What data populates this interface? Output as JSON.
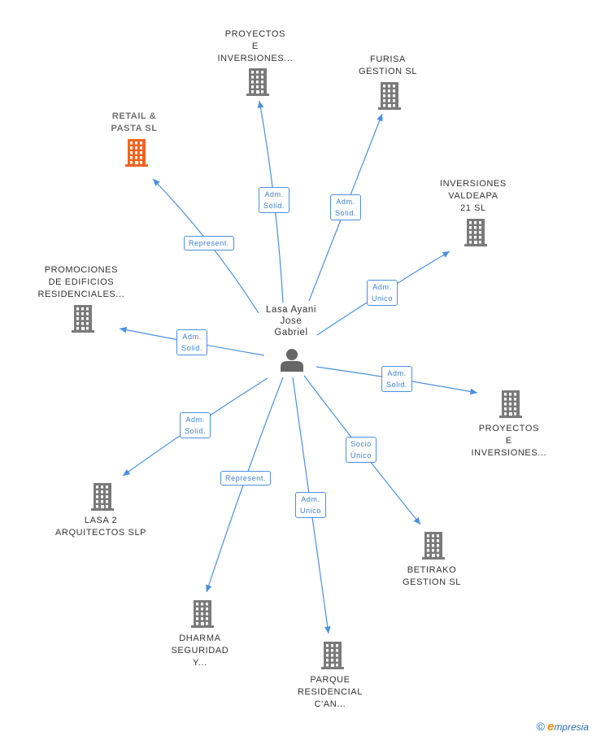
{
  "colors": {
    "edge": "#4a90e2",
    "building": "#7a7a7a",
    "highlight": "#f26522",
    "person": "#666666"
  },
  "center": {
    "name_lines": [
      "Lasa Ayani",
      "Jose",
      "Gabriel"
    ],
    "icon": "person-icon"
  },
  "nodes": [
    {
      "id": "proyectos-top",
      "label": [
        "PROYECTOS",
        "E",
        "INVERSIONES..."
      ],
      "icon": "building-icon",
      "highlight": false
    },
    {
      "id": "furisa",
      "label": [
        "FURISA",
        "GESTION SL"
      ],
      "icon": "building-icon",
      "highlight": false
    },
    {
      "id": "retail-pasta",
      "label": [
        "RETAIL &",
        "PASTA SL"
      ],
      "icon": "building-icon",
      "highlight": true
    },
    {
      "id": "inversiones-valdeapa",
      "label": [
        "INVERSIONES",
        "VALDEAPA",
        "21 SL"
      ],
      "icon": "building-icon",
      "highlight": false
    },
    {
      "id": "promociones",
      "label": [
        "PROMOCIONES",
        "DE EDIFICIOS",
        "RESIDENCIALES..."
      ],
      "icon": "building-icon",
      "highlight": false
    },
    {
      "id": "proyectos-right",
      "label": [
        "PROYECTOS",
        "E",
        "INVERSIONES..."
      ],
      "icon": "building-icon",
      "highlight": false
    },
    {
      "id": "lasa2",
      "label": [
        "LASA 2",
        "ARQUITECTOS SLP"
      ],
      "icon": "building-icon",
      "highlight": false
    },
    {
      "id": "betirako",
      "label": [
        "BETIRAKO",
        "GESTION SL"
      ],
      "icon": "building-icon",
      "highlight": false
    },
    {
      "id": "dharma",
      "label": [
        "DHARMA",
        "SEGURIDAD",
        "Y..."
      ],
      "icon": "building-icon",
      "highlight": false
    },
    {
      "id": "parque",
      "label": [
        "PARQUE",
        "RESIDENCIAL",
        "C'AN..."
      ],
      "icon": "building-icon",
      "highlight": false
    }
  ],
  "edges": [
    {
      "to": "proyectos-top",
      "label": [
        "Adm.",
        "Solid."
      ]
    },
    {
      "to": "furisa",
      "label": [
        "Adm.",
        "Solid."
      ]
    },
    {
      "to": "retail-pasta",
      "label": [
        "Represent."
      ]
    },
    {
      "to": "inversiones-valdeapa",
      "label": [
        "Adm.",
        "Unico"
      ]
    },
    {
      "to": "promociones",
      "label": [
        "Adm.",
        "Solid."
      ]
    },
    {
      "to": "proyectos-right",
      "label": [
        "Adm.",
        "Solid."
      ]
    },
    {
      "to": "lasa2",
      "label": [
        "Adm.",
        "Solid."
      ]
    },
    {
      "to": "betirako",
      "label": [
        "Socio",
        "Único"
      ]
    },
    {
      "to": "dharma",
      "label": [
        "Represent."
      ]
    },
    {
      "to": "parque",
      "label": [
        "Adm.",
        "Unico"
      ]
    }
  ],
  "footer": {
    "copyright_symbol": "©",
    "brand_first": "e",
    "brand_rest": "mpresia"
  }
}
